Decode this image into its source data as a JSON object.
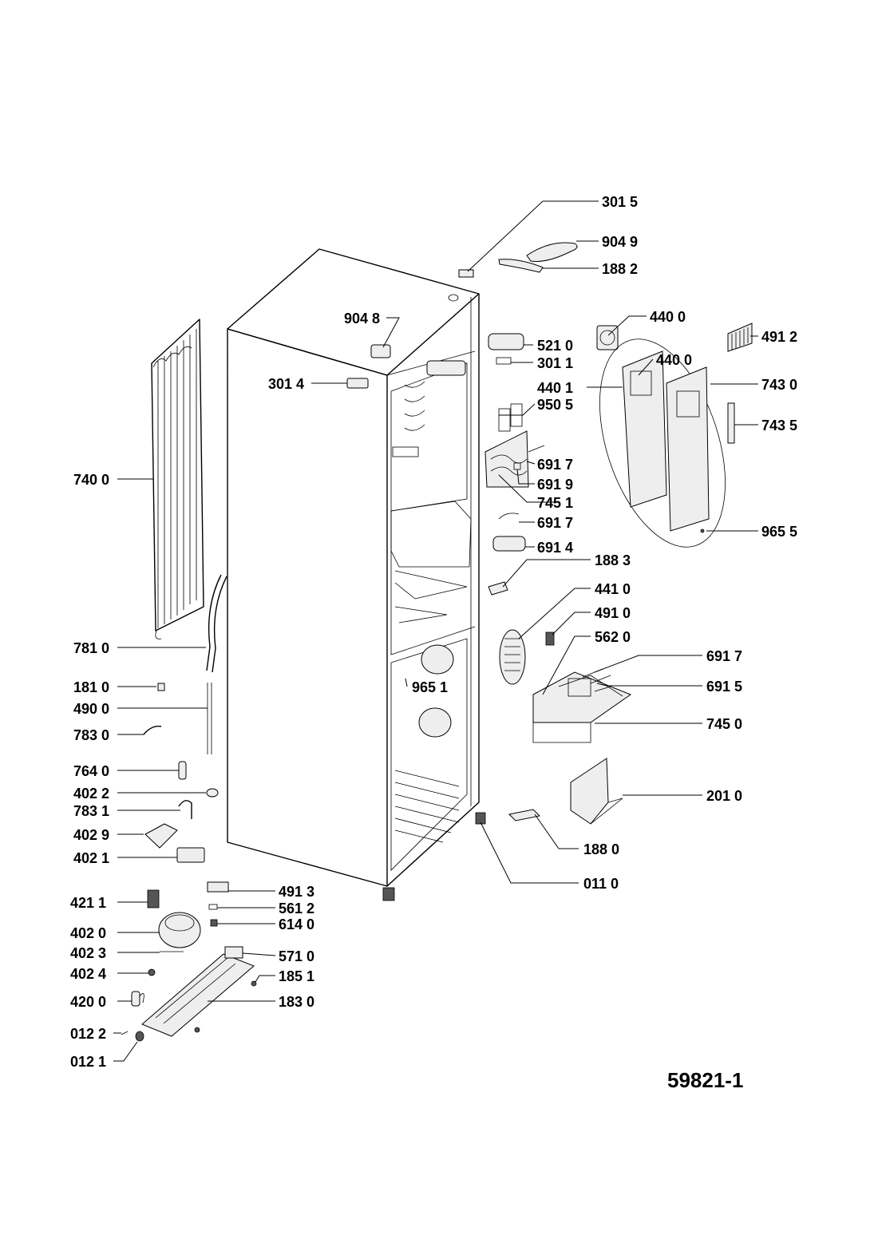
{
  "drawing_number": "59821-1",
  "part_labels": {
    "p3015": "301 5",
    "p9049": "904 9",
    "p1882": "188 2",
    "p9048": "904 8",
    "p4400a": "440 0",
    "p4912": "491 2",
    "p5210": "521 0",
    "p3011": "301 1",
    "p4400b": "440 0",
    "p3014": "301 4",
    "p4401": "440 1",
    "p7430": "743 0",
    "p9505": "950 5",
    "p7435": "743 5",
    "p7400": "740 0",
    "p6917a": "691 7",
    "p6919": "691 9",
    "p7451": "745 1",
    "p6917b": "691 7",
    "p9655": "965 5",
    "p6914": "691 4",
    "p1883": "188 3",
    "p4410": "441 0",
    "p4910": "491 0",
    "p5620": "562 0",
    "p7810": "781 0",
    "p6917c": "691 7",
    "p1810": "181 0",
    "p9651": "965 1",
    "p6915": "691 5",
    "p4900": "490 0",
    "p7830": "783 0",
    "p7450": "745 0",
    "p7640": "764 0",
    "p4022": "402 2",
    "p2010": "201 0",
    "p7831": "783 1",
    "p4029": "402 9",
    "p1880": "188 0",
    "p4021": "402 1",
    "p0110": "011 0",
    "p4913": "491 3",
    "p4211": "421 1",
    "p5612": "561 2",
    "p6140": "614 0",
    "p4020": "402 0",
    "p4023": "402 3",
    "p5710": "571 0",
    "p4024": "402 4",
    "p1851": "185 1",
    "p4200": "420 0",
    "p1830": "183 0",
    "p0122": "012 2",
    "p0121": "012 1"
  }
}
